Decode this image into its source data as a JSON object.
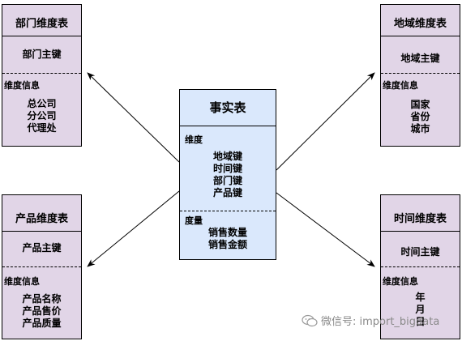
{
  "fact": {
    "title": "事实表",
    "dim_label": "维度",
    "dim_items": [
      "地域键",
      "时间键",
      "部门键",
      "产品键"
    ],
    "measure_label": "度量",
    "measure_items": [
      "销售数量",
      "销售金额"
    ]
  },
  "dept": {
    "title": "部门维度表",
    "key": "部门主键",
    "info_label": "维度信息",
    "items": [
      "总公司",
      "分公司",
      "代理处"
    ]
  },
  "region": {
    "title": "地域维度表",
    "key": "地域主键",
    "info_label": "维度信息",
    "items": [
      "国家",
      "省份",
      "城市"
    ]
  },
  "product": {
    "title": "产品维度表",
    "key": "产品主键",
    "info_label": "维度信息",
    "items": [
      "产品名称",
      "产品售价",
      "产品质量"
    ]
  },
  "time": {
    "title": "时间维度表",
    "key": "时间主键",
    "info_label": "维度信息",
    "items": [
      "年",
      "月",
      "日"
    ]
  },
  "watermark": "微信号: import_bigdata",
  "colors": {
    "dimension_fill": "#e1d5e7",
    "fact_fill": "#dae8fc",
    "watermark": "#8a8a8a"
  }
}
